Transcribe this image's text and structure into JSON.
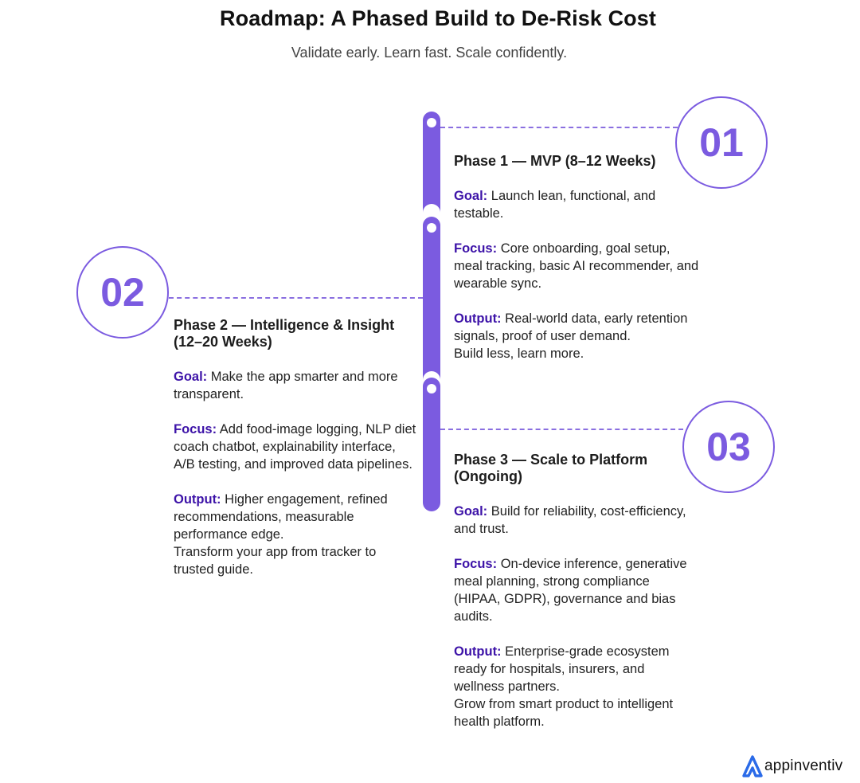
{
  "header": {
    "title": "Roadmap: A Phased Build to De-Risk Cost",
    "subtitle": "Validate early. Learn fast. Scale confidently."
  },
  "colors": {
    "accent": "#7B5BE0",
    "label": "#3D13A8",
    "text": "#1C1C1C"
  },
  "phases": [
    {
      "number": "01",
      "title": "Phase 1 — MVP (8–12 Weeks)",
      "goal_label": "Goal:",
      "goal": "Launch lean, functional, and testable.",
      "focus_label": "Focus:",
      "focus": "Core onboarding, goal setup, meal tracking, basic AI recommender, and wearable sync.",
      "output_label": "Output:",
      "output": "Real-world data, early retention signals, proof of user demand.",
      "tagline": "Build less, learn more."
    },
    {
      "number": "02",
      "title": "Phase 2 — Intelligence & Insight (12–20 Weeks)",
      "goal_label": "Goal:",
      "goal": "Make the app smarter and more transparent.",
      "focus_label": "Focus:",
      "focus": "Add food-image logging, NLP diet coach chatbot, explainability interface, A/B testing, and improved data pipelines.",
      "output_label": "Output:",
      "output": "Higher engagement, refined recommendations, measurable performance edge.",
      "tagline": "Transform your app from tracker to trusted guide."
    },
    {
      "number": "03",
      "title": "Phase 3 — Scale to Platform (Ongoing)",
      "goal_label": "Goal:",
      "goal": " Build for reliability, cost-efficiency, and trust.",
      "focus_label": "Focus:",
      "focus": "On-device inference, generative meal planning, strong compliance (HIPAA, GDPR), governance and bias audits.",
      "output_label": "Output:",
      "output": "Enterprise-grade ecosystem ready for hospitals, insurers, and wellness partners.",
      "tagline": "Grow from smart product to intelligent health platform."
    }
  ],
  "footer": {
    "logo_icon": "appinventiv-logo-icon",
    "brand": "appinventiv"
  }
}
